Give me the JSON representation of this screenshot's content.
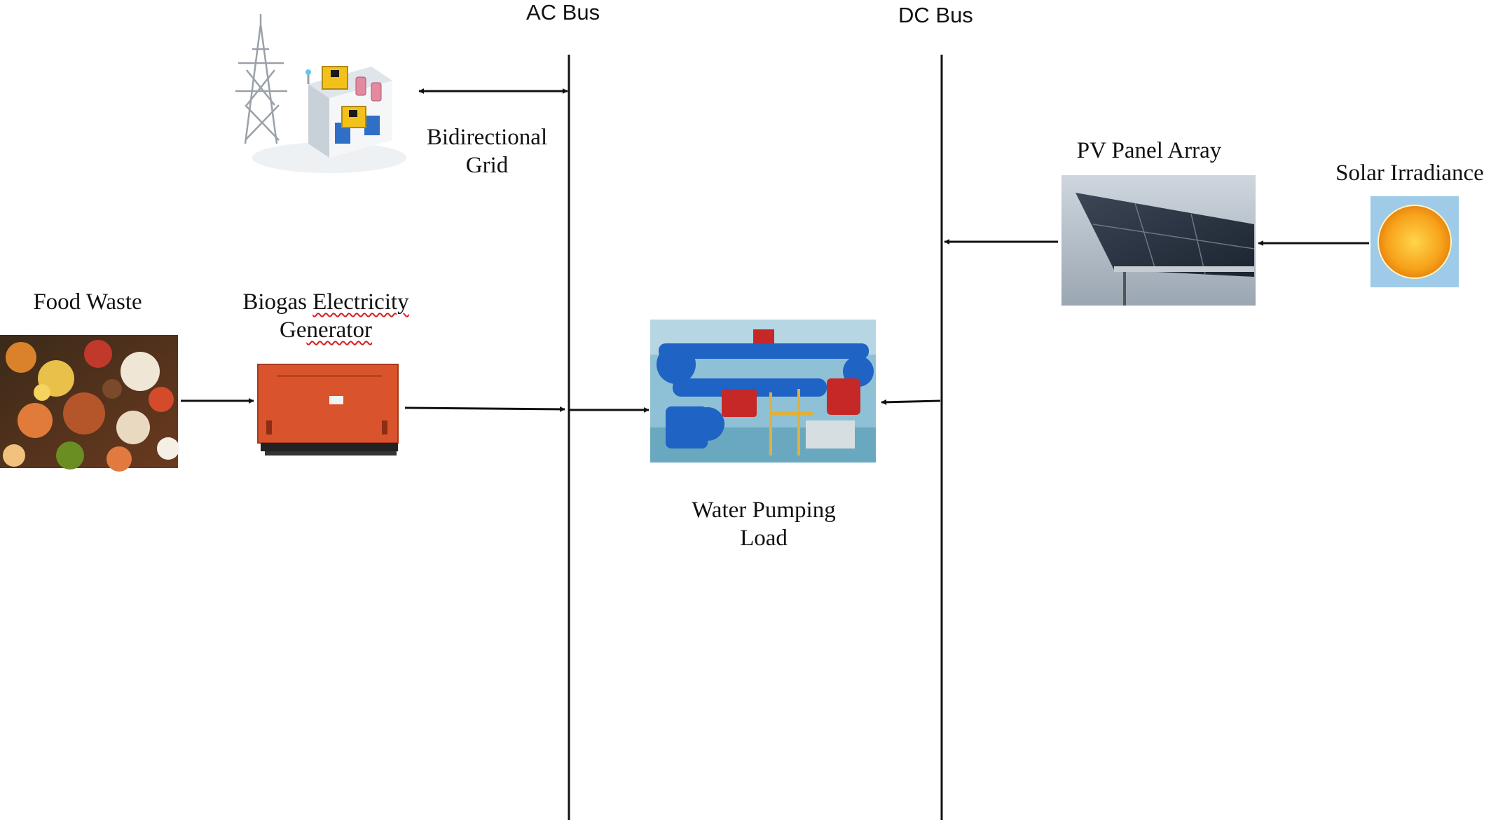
{
  "buses": {
    "ac": "AC  Bus",
    "dc": "DC Bus"
  },
  "nodes": {
    "grid": {
      "line1": "Bidirectional",
      "line2": "Grid",
      "icon": "power-plant-icon"
    },
    "food_waste": {
      "label": "Food Waste",
      "icon": "food-waste-photo"
    },
    "generator": {
      "line1_a": "Biogas ",
      "line1_b": "Electricity",
      "line2_a": "Ge",
      "line2_b": "nerator",
      "icon": "generator-photo"
    },
    "pump": {
      "line1": "Water  Pumping",
      "line2": "Load",
      "icon": "water-pump-photo"
    },
    "pv": {
      "label": "PV Panel Array",
      "icon": "solar-panel-photo"
    },
    "sun": {
      "label": "Solar Irradiance",
      "icon": "sun-icon"
    }
  },
  "colors": {
    "line": "#111111",
    "generator": "#d9532c",
    "sun": "#f5a623",
    "pipe": "#1f63c4",
    "misspell": "#d42020"
  }
}
